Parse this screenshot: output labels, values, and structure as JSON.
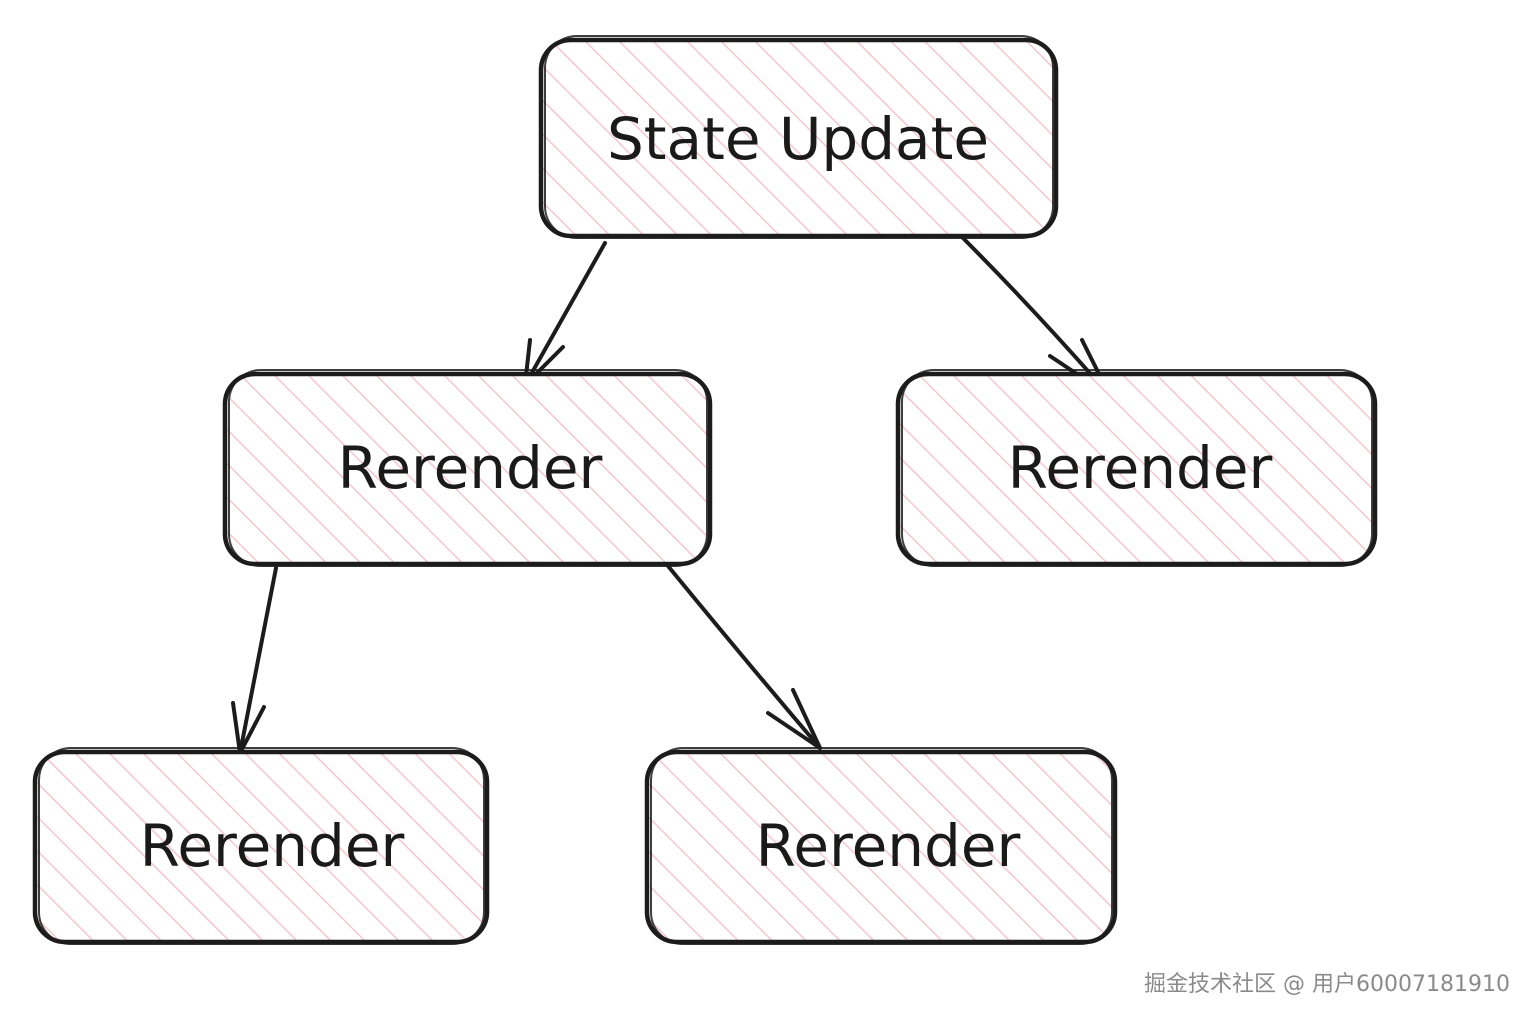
{
  "diagram": {
    "nodes": [
      {
        "id": "state-update",
        "label": "State Update"
      },
      {
        "id": "rerender-left",
        "label": "Rerender"
      },
      {
        "id": "rerender-right",
        "label": "Rerender"
      },
      {
        "id": "rerender-bottom-left",
        "label": "Rerender"
      },
      {
        "id": "rerender-bottom-middle",
        "label": "Rerender"
      }
    ],
    "edges": [
      {
        "from": "state-update",
        "to": "rerender-left"
      },
      {
        "from": "state-update",
        "to": "rerender-right"
      },
      {
        "from": "rerender-left",
        "to": "rerender-bottom-left"
      },
      {
        "from": "rerender-left",
        "to": "rerender-bottom-middle"
      }
    ],
    "colors": {
      "stroke": "#1c1c1c",
      "hatch": "#f4c6cf",
      "background": "#ffffff"
    }
  },
  "watermark": "掘金技术社区 @ 用户60007181910"
}
